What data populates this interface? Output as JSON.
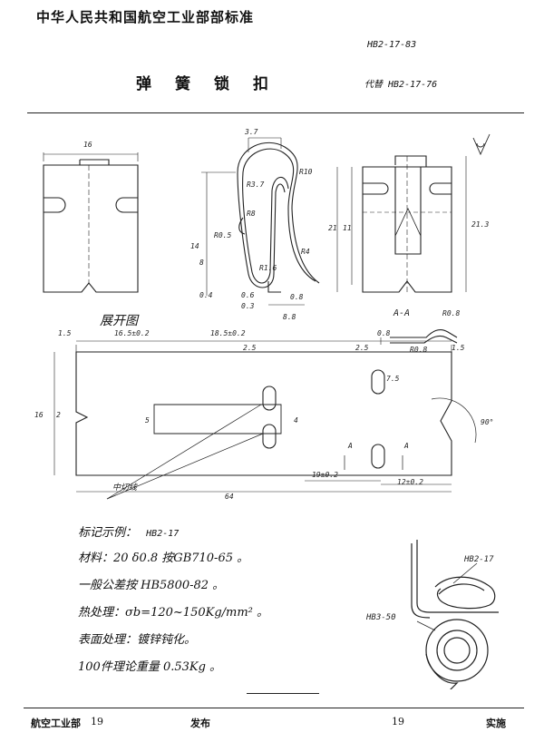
{
  "header": {
    "organization": "中华人民共和国航空工业部部标准",
    "standard_number": "HB2-17-83",
    "title": "弹簧锁扣",
    "replaces": "代替 HB2-17-76"
  },
  "drawing": {
    "section_label": "A-A",
    "development_label": "展开图",
    "cut_line_label": "中切线",
    "ref_part": "HB2-17",
    "ref_hb3": "HB3-50",
    "dims": {
      "width_16": "16",
      "r3_7": "3.7",
      "r10": "R10",
      "r37": "R3.7",
      "r8": "R8",
      "r05": "R0.5",
      "r16": "R1.6",
      "r4": "R4",
      "d14": "14",
      "d8": "8",
      "d04": "0.4",
      "d06": "0.6",
      "d03": "0.3",
      "d08a": "0.8",
      "d88": "8.8",
      "d21": "21",
      "d11": "11",
      "d213": "21.3",
      "dev_15a": "1.5",
      "dev_165": "16.5±0.2",
      "dev_185": "18.5±0.2",
      "dev_25a": "2.5",
      "dev_25b": "2.5",
      "dev_15b": "1.5",
      "dev_16": "16",
      "dev_2": "2",
      "dev_5": "5",
      "dev_75": "7.5",
      "dev_4": "4",
      "dev_19": "19±0.2",
      "dev_12": "12±0.2",
      "dev_64": "64",
      "dev_90": "90°",
      "dev_a1": "A",
      "dev_a2": "A",
      "sec_08": "0.8",
      "sec_r08a": "R0.8",
      "sec_r08b": "R0.8"
    }
  },
  "notes": {
    "marking_label": "标记示例：",
    "marking_value": "HB2-17",
    "material": "材料：20 δ0.8 按GB710-65 。",
    "tolerance": "一般公差按 HB5800-82 。",
    "heat_treatment": "热处理：σb=120~150Kg/mm² 。",
    "surface": "表面处理：镀锌钝化。",
    "weight": "100件理论重量 0.53Kg 。"
  },
  "footer": {
    "issuer": "航空工业部",
    "issue_date": "19",
    "published": "发布",
    "effective_date": "19",
    "implemented": "实施"
  }
}
